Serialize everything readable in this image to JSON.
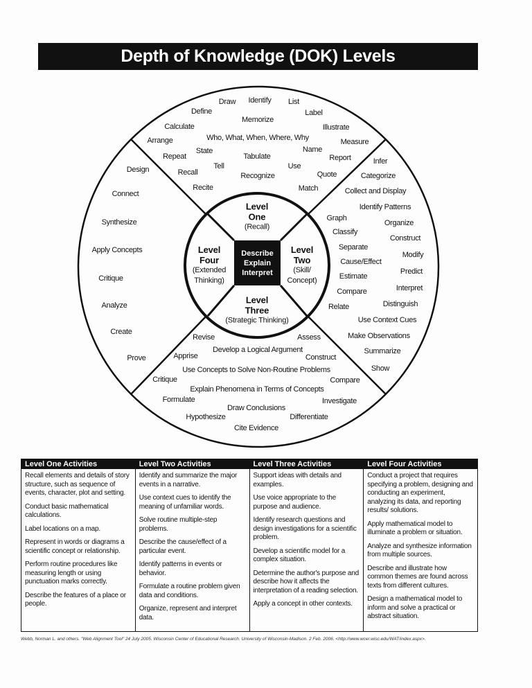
{
  "title": "Depth of Knowledge (DOK) Levels",
  "wheel": {
    "center": [
      "Describe",
      "Explain",
      "Interpret"
    ],
    "levels": {
      "one": {
        "name": "Level",
        "num": "One",
        "sub": "(Recall)"
      },
      "two": {
        "name": "Level",
        "num": "Two",
        "sub": "(Skill/ Concept)"
      },
      "three": {
        "name": "Level",
        "num": "Three",
        "sub": "(Strategic Thinking)"
      },
      "four": {
        "name": "Level",
        "num": "Four",
        "sub": "(Extended Thinking)"
      }
    },
    "level_one_words": [
      "Draw",
      "Identify",
      "List",
      "Define",
      "Label",
      "Memorize",
      "Calculate",
      "Illustrate",
      "Who, What, When, Where, Why",
      "Arrange",
      "Measure",
      "State",
      "Name",
      "Repeat",
      "Tabulate",
      "Report",
      "Tell",
      "Use",
      "Recall",
      "Recognize",
      "Quote",
      "Recite",
      "Match"
    ],
    "level_two_words": [
      "Infer",
      "Categorize",
      "Collect and Display",
      "Identify Patterns",
      "Graph",
      "Organize",
      "Classify",
      "Construct",
      "Separate",
      "Modify",
      "Cause/Effect",
      "Predict",
      "Estimate",
      "Interpret",
      "Compare",
      "Distinguish",
      "Relate",
      "Use Context Cues",
      "Make Observations",
      "Summarize",
      "Show"
    ],
    "level_three_words": [
      "Revise",
      "Assess",
      "Develop a Logical Argument",
      "Apprise",
      "Construct",
      "Use Concepts to Solve Non-Routine Problems",
      "Critique",
      "Compare",
      "Explain Phenomena in Terms of Concepts",
      "Formulate",
      "Investigate",
      "Draw Conclusions",
      "Hypothesize",
      "Differentiate",
      "Cite Evidence"
    ],
    "level_four_words": [
      "Design",
      "Connect",
      "Synthesize",
      "Apply Concepts",
      "Critique",
      "Analyze",
      "Create",
      "Prove"
    ]
  },
  "table": [
    {
      "header": "Level One Activities",
      "items": [
        "Recall elements and details of story structure, such as sequence of events, character, plot and setting.",
        "Conduct basic mathematical calculations.",
        "Label locations on a map.",
        "Represent in words or diagrams a scientific concept or relationship.",
        "Perform routine procedures like measuring length or using punctuation marks correctly.",
        "Describe the features of a place or people."
      ]
    },
    {
      "header": "Level Two Activities",
      "items": [
        "Identify and summarize the major events in a narrative.",
        "Use context cues to identify the meaning of unfamiliar words.",
        "Solve routine multiple-step problems.",
        "Describe the cause/effect of a particular event.",
        "Identify patterns in events or behavior.",
        "Formulate a routine problem given data and conditions.",
        "Organize, represent and interpret data."
      ]
    },
    {
      "header": "Level Three Activities",
      "items": [
        "Support ideas with details and examples.",
        "Use voice appropriate to the purpose and audience.",
        "Identify research questions and design investigations for a scientific problem.",
        "Develop a scientific model for a complex situation.",
        "Determine the author's purpose and describe how it affects the interpretation of a reading selection.",
        "Apply a concept in other contexts."
      ]
    },
    {
      "header": "Level Four Activities",
      "items": [
        "Conduct a project that requires specifying a problem, designing and conducting an experiment, analyzing its data, and reporting results/ solutions.",
        "Apply mathematical model to illuminate a problem or situation.",
        "Analyze and synthesize information from multiple sources.",
        "Describe and illustrate how common themes are found across texts from different cultures.",
        "Design a mathematical model to inform and solve a practical or abstract situation."
      ]
    }
  ],
  "citation": "Webb, Norman L. and others. \"Web Alignment Tool\" 24 July 2005. Wisconsin Center of Educational Research. University of Wisconsin-Madison. 2 Feb. 2006. <http://www.wcer.wisc.edu/WAT/index.aspx>."
}
